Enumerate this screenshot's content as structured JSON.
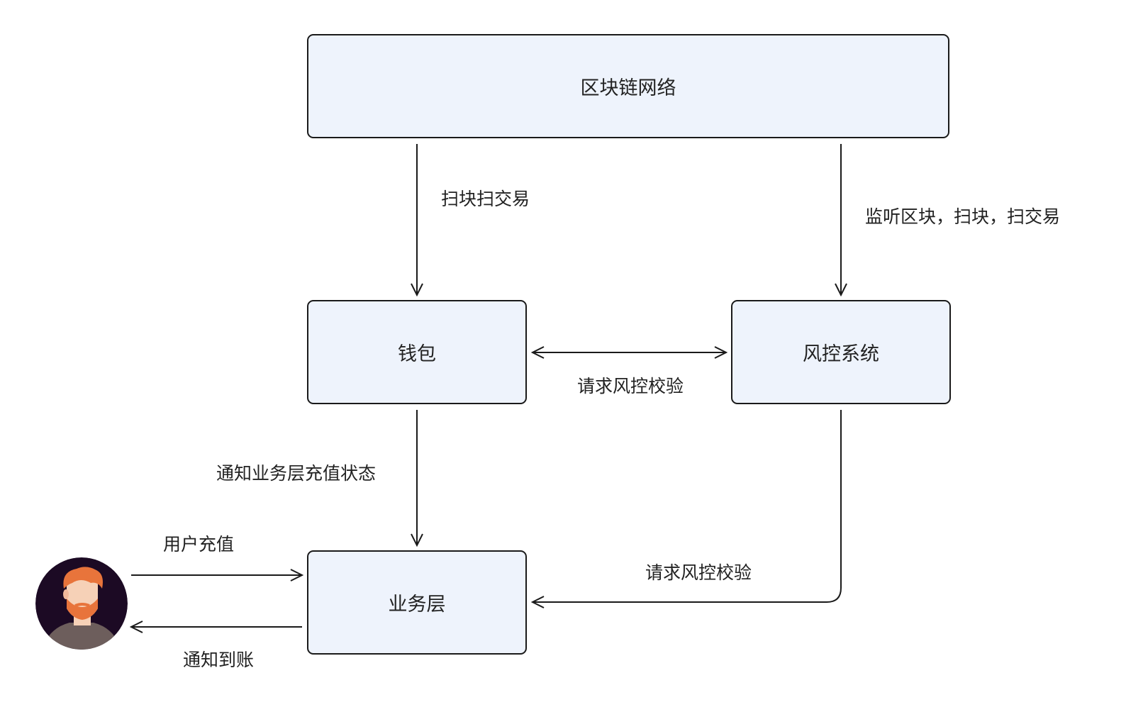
{
  "nodes": {
    "blockchain": "区块链网络",
    "wallet": "钱包",
    "risk_control": "风控系统",
    "business_layer": "业务层"
  },
  "edges": {
    "scan": "扫块扫交易",
    "listen": "监听区块，扫块，扫交易",
    "risk_check": "请求风控校验",
    "notify_business": "通知业务层充值状态",
    "user_recharge": "用户充值",
    "risk_check_business": "请求风控校验",
    "notify_user": "通知到账"
  },
  "colors": {
    "node_fill": "#eef3fc",
    "stroke": "#1a1a1a",
    "avatar_bg": "#1c0a24",
    "hair": "#e8743b"
  },
  "icons": {
    "user": "user-avatar-icon"
  }
}
